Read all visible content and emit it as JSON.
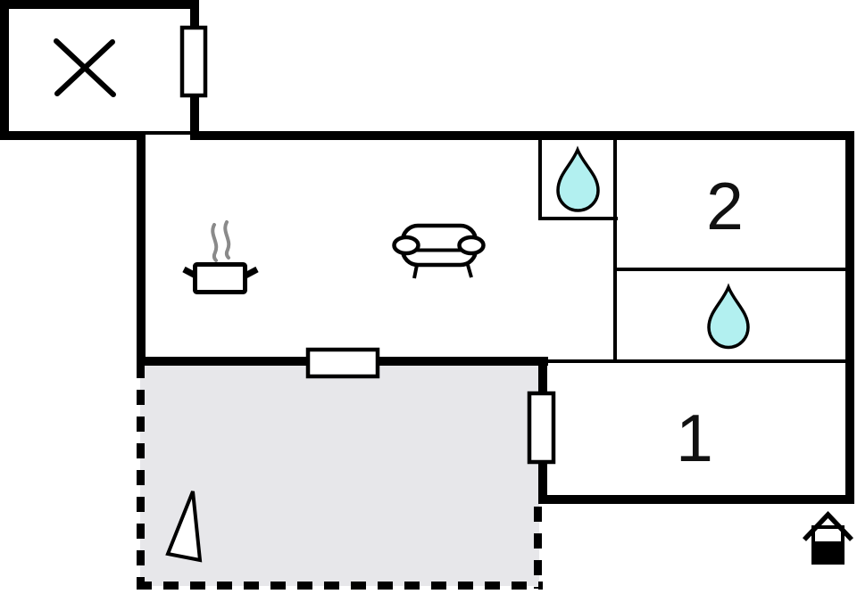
{
  "plan_title": "apartment-floor-plan",
  "rooms": {
    "bedroom_1": {
      "label": "1",
      "type": "bedroom"
    },
    "bedroom_2": {
      "label": "2",
      "type": "bedroom"
    },
    "bathroom_top": {
      "label": "",
      "type": "bathroom",
      "icon": "water-drop-icon"
    },
    "bathroom_bottom": {
      "label": "",
      "type": "bathroom",
      "icon": "water-drop-icon"
    },
    "living_kitchen": {
      "label": "",
      "type": "living-kitchen",
      "icons": [
        "cooking-pot-icon",
        "sofa-icon"
      ]
    },
    "entrance_room": {
      "label": "",
      "type": "utility",
      "icon": "x-mark-icon"
    },
    "terrace": {
      "label": "",
      "type": "terrace",
      "icon": "triangle-marker-icon"
    }
  },
  "icons": {
    "entrance_cross": "x-mark-icon",
    "kitchen": "cooking-pot-icon",
    "steam": "steam-icon",
    "living": "sofa-icon",
    "water": "water-drop-icon",
    "terrace_marker": "triangle-marker-icon",
    "main_entrance": "house-icon",
    "window": "window-symbol"
  },
  "colors": {
    "wall": "#000000",
    "background": "#ffffff",
    "terrace_fill": "#e7e7ea",
    "water_drop_fill": "#b2f0f0",
    "water_drop_stroke": "#000000",
    "steam_stroke": "#8a8a8a",
    "icon_fill": "#ffffff",
    "label_color": "#111111"
  },
  "counts": {
    "windows": 3,
    "water_drops": 2,
    "numbered_rooms": 2
  }
}
